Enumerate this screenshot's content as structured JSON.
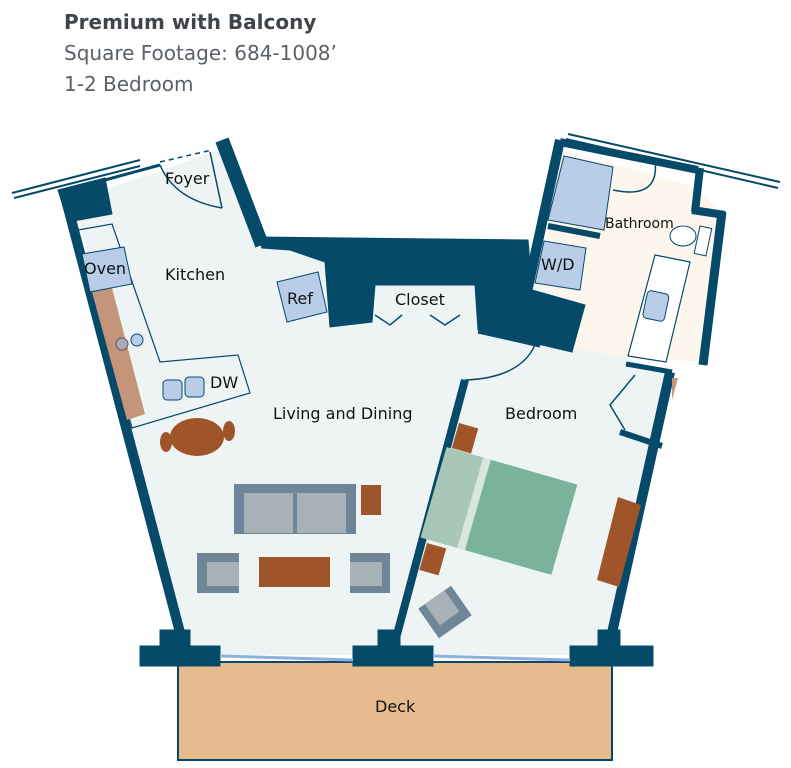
{
  "header": {
    "title": "Premium with Balcony",
    "square_footage": "Square Footage: 684-1008’",
    "bedrooms": "1-2 Bedroom"
  },
  "rooms": {
    "foyer": "Foyer",
    "kitchen": "Kitchen",
    "oven": "Oven",
    "ref": "Ref",
    "dw": "DW",
    "closet": "Closet",
    "wd": "W/D",
    "bathroom": "Bathroom",
    "living": "Living and Dining",
    "bedroom": "Bedroom",
    "deck": "Deck"
  },
  "colors": {
    "wall": "#054a68",
    "floor": "#eef4f4",
    "bath_floor": "#fdf6ec",
    "deck": "#e6bb8e",
    "wood": "#a0542a",
    "fixture": "#b9cde9",
    "bed": "#7ab39b"
  }
}
